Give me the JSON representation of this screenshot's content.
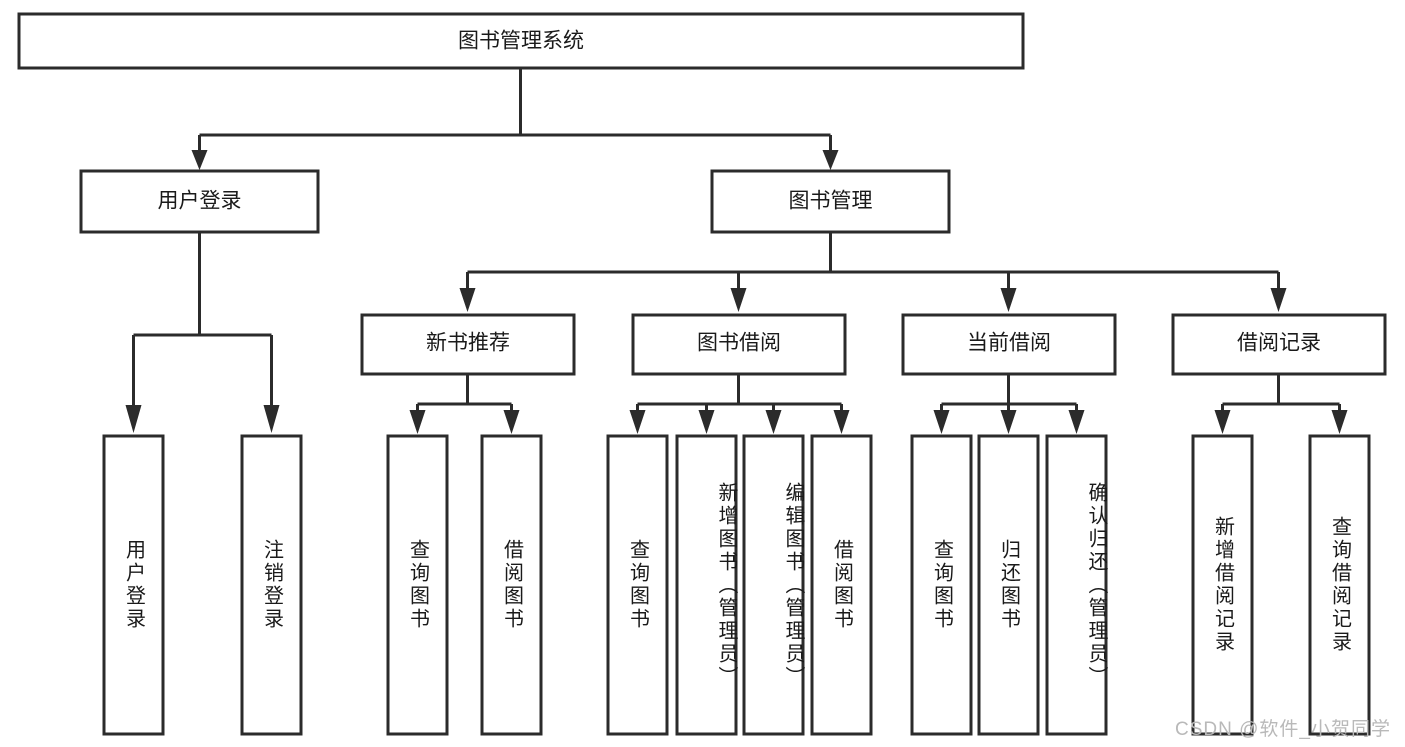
{
  "diagram": {
    "title": "图书管理系统",
    "type": "tree",
    "watermark": "CSDN @软件_小贺同学",
    "colors": {
      "box_stroke": "#2b2b2b",
      "box_fill": "#ffffff",
      "text": "#1a1a1a",
      "watermark": "#b9b9b9",
      "background": "#ffffff"
    },
    "root": {
      "label": "图书管理系统"
    },
    "level2": [
      {
        "label": "用户登录"
      },
      {
        "label": "图书管理"
      }
    ],
    "level3": [
      {
        "label": "新书推荐"
      },
      {
        "label": "图书借阅"
      },
      {
        "label": "当前借阅"
      },
      {
        "label": "借阅记录"
      }
    ],
    "leaves": {
      "user_login": [
        {
          "label": "用户登录"
        },
        {
          "label": "注销登录"
        }
      ],
      "new_book_recommend": [
        {
          "label": "查询图书"
        },
        {
          "label": "借阅图书"
        }
      ],
      "book_borrow": [
        {
          "label": "查询图书"
        },
        {
          "label": "新增图书（管理员）"
        },
        {
          "label": "编辑图书（管理员）"
        },
        {
          "label": "借阅图书"
        }
      ],
      "current_borrow": [
        {
          "label": "查询图书"
        },
        {
          "label": "归还图书"
        },
        {
          "label": "确认归还（管理员）"
        }
      ],
      "borrow_record": [
        {
          "label": "新增借阅记录"
        },
        {
          "label": "查询借阅记录"
        }
      ]
    }
  }
}
